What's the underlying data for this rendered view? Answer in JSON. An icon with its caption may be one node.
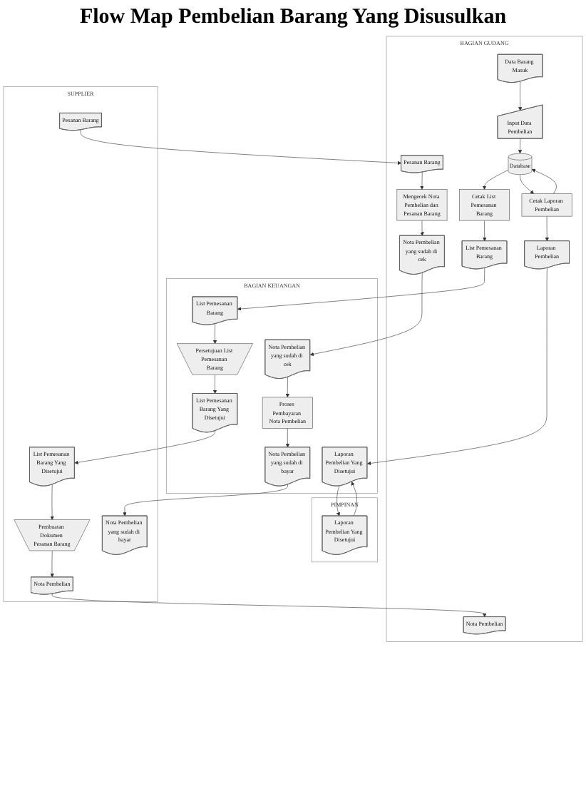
{
  "diagram": {
    "title": "Flow Map  Pembelian Barang Yang Disusulkan",
    "nodes": [
      {
        "text": [
          "BAGIAN GUDANG"
        ]
      },
      {
        "text": [
          "BAGIAN KEUANGAN"
        ]
      },
      {
        "text": [
          "SUPPLIER"
        ]
      },
      {
        "text": [
          "PIMPINAN"
        ]
      },
      {
        "text": [
          "Cetak List Pemesanan Barang"
        ],
        "in": 0
      },
      {
        "text": [
          "List Pemesanan Barang"
        ],
        "in": 0
      },
      {
        "text": [
          "Database"
        ],
        "in": 0
      },
      {
        "text": [
          "Nota Pembelian"
        ],
        "in": 0
      },
      {
        "text": [
          "Pesanan Barang"
        ],
        "in": 0
      },
      {
        "text": [
          "Mengecek Nota Pembelian dan Pesanan Barang"
        ],
        "in": 0
      },
      {
        "text": [
          "Nota Pembelian yang sudah di cek"
        ],
        "in": 0
      },
      {
        "text": [
          "Data Barang Masuk"
        ],
        "in": 0
      },
      {
        "text": [
          "Input Data Pembelian"
        ],
        "in": 0
      },
      {
        "text": [
          "Cetak Laporan Pembelian"
        ],
        "in": 0
      },
      {
        "text": [
          "Laporan Pembelian"
        ],
        "in": 0
      },
      {
        "text": [
          "List Pemesanan Barang"
        ],
        "in": 1
      },
      {
        "text": [
          "Persetujuan List Pemesanan Barang"
        ],
        "in": 1
      },
      {
        "text": [
          "List Pemesanan Barang Yang Disetujui"
        ],
        "in": 1
      },
      {
        "text": [
          "Nota Pembelian yang sudah di cek"
        ],
        "in": 1
      },
      {
        "text": [
          "Proses Pembayaran Nota Pembelian"
        ],
        "in": 1
      },
      {
        "text": [
          "Nota Pembelian yang sudah di bayar"
        ],
        "in": 1
      },
      {
        "text": [
          "Laporan Pembelian Yang Disetujui"
        ],
        "in": 1
      },
      {
        "text": [
          "List Pemesanan Barang Yang Disetujui"
        ],
        "in": 2
      },
      {
        "text": [
          "Pembuatan Dokumen Pesanan Barang"
        ],
        "in": 2
      },
      {
        "text": [
          "Nota Pembelian"
        ],
        "in": 2
      },
      {
        "text": [
          "Pesanan Barang"
        ],
        "in": 2
      },
      {
        "text": [
          "Nota Pembelian yang sudah di bayar"
        ],
        "in": 2
      },
      {
        "text": [
          "Laporan Pembelian Yang Disetujui"
        ],
        "in": 3
      }
    ],
    "edges": [
      {
        "from": 4,
        "to": 5,
        "arrow": "to"
      },
      {
        "from": 5,
        "to": 15,
        "arrow": "to"
      },
      {
        "from": 15,
        "to": 16,
        "arrow": "to"
      },
      {
        "from": 16,
        "to": 17,
        "arrow": "to"
      },
      {
        "from": 17,
        "to": 22,
        "arrow": "to"
      },
      {
        "from": 22,
        "to": 23,
        "arrow": "to"
      },
      {
        "from": 23,
        "to": 24,
        "arrow": "to"
      },
      {
        "from": 24,
        "to": 7,
        "arrow": "to"
      },
      {
        "from": 25,
        "to": 8,
        "arrow": "to"
      },
      {
        "from": 8,
        "to": 9,
        "arrow": "to"
      },
      {
        "from": 9,
        "to": 10,
        "arrow": "to"
      },
      {
        "from": 10,
        "to": 18,
        "arrow": "to"
      },
      {
        "from": 18,
        "to": 19,
        "arrow": "to"
      },
      {
        "from": 19,
        "to": 20,
        "arrow": "to"
      },
      {
        "from": 20,
        "to": 26,
        "arrow": "to"
      },
      {
        "from": 11,
        "to": 12,
        "arrow": "to"
      },
      {
        "from": 12,
        "to": 6,
        "arrow": "to"
      },
      {
        "from": 6,
        "to": 4,
        "arrow": "to"
      },
      {
        "from": 6,
        "to": 13,
        "arrow": "to"
      },
      {
        "from": 13,
        "to": 6,
        "arrow": "to"
      },
      {
        "from": 13,
        "to": 14,
        "arrow": "to"
      },
      {
        "from": 14,
        "to": 21,
        "arrow": "to"
      },
      {
        "from": 21,
        "to": 27,
        "arrow": "to"
      },
      {
        "from": 27,
        "to": 21,
        "arrow": "to"
      }
    ]
  }
}
